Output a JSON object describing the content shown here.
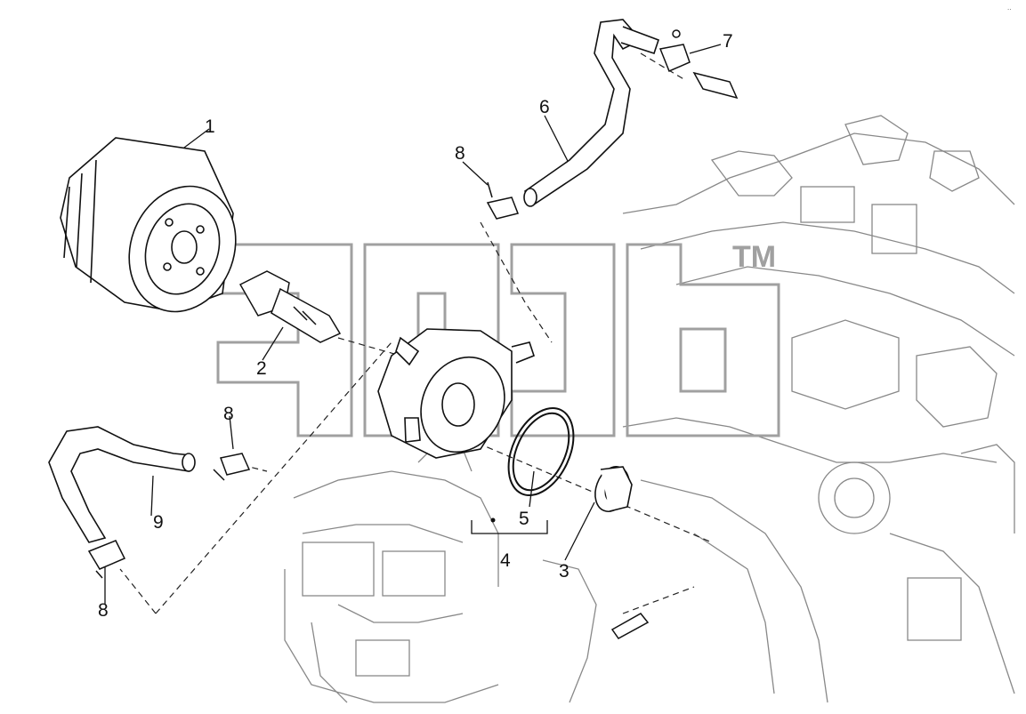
{
  "watermark": {
    "tm": "TM"
  },
  "corner_mark": "..",
  "callouts": {
    "c1": "1",
    "c2": "2",
    "c3": "3",
    "c4": "4",
    "c5": "5",
    "c6": "6",
    "c7": "7",
    "c8a": "8",
    "c8b": "8",
    "c8c": "8",
    "c9": "9"
  },
  "colors": {
    "line": "#1a1a1a",
    "engine": "#777777",
    "watermark": "#a0a0a0"
  }
}
